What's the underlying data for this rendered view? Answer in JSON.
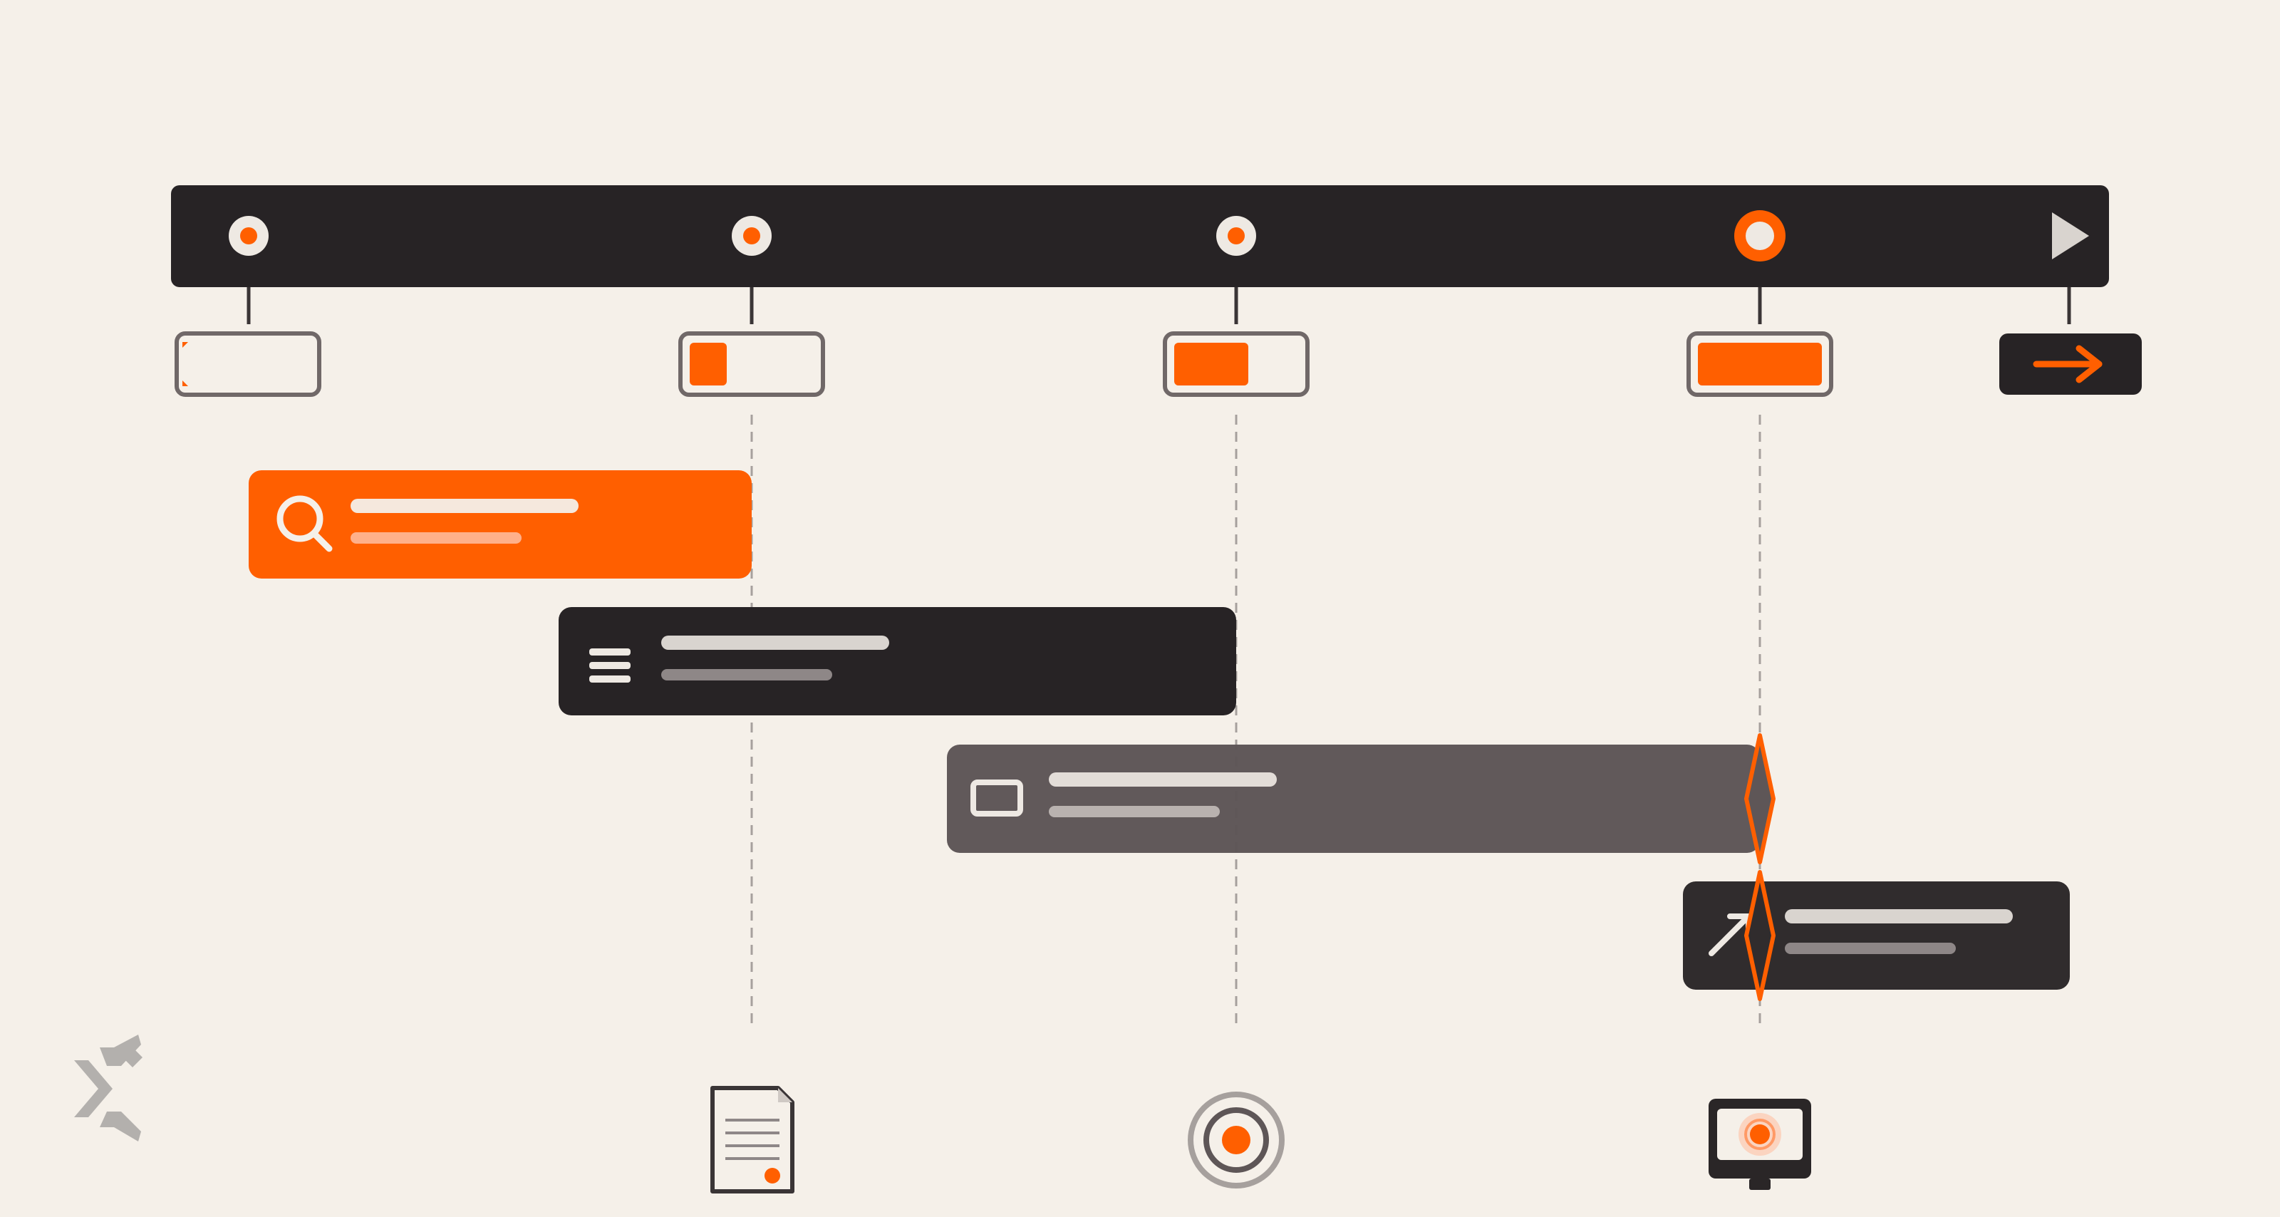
{
  "colors": {
    "background": "#F5F0E9",
    "dark": "#272325",
    "dark_alt": "#302C2D",
    "slate": "#5E5657",
    "accent": "#FF5F00",
    "light": "#EEE9E3",
    "muted": "#7A7272",
    "dash": "#A6A09D",
    "logo": "#B3B0AD"
  },
  "timeline": {
    "milestones": [
      {
        "name": "milestone-start",
        "progress": 0.0,
        "active": false
      },
      {
        "name": "milestone-2",
        "progress": 0.25,
        "active": false
      },
      {
        "name": "milestone-3",
        "progress": 0.5,
        "active": false
      },
      {
        "name": "milestone-4",
        "progress": 1.0,
        "active": true
      }
    ],
    "end_icon": "play-arrow-icon",
    "end_box_icon": "arrow-right-icon"
  },
  "tasks": [
    {
      "name": "task-research",
      "icon": "search-icon",
      "color": "accent"
    },
    {
      "name": "task-list",
      "icon": "list-icon",
      "color": "dark"
    },
    {
      "name": "task-screen",
      "icon": "window-icon",
      "color": "slate"
    },
    {
      "name": "task-launch",
      "icon": "arrow-up-right-icon",
      "color": "dark_alt"
    }
  ],
  "bottom_icons": [
    "document-icon",
    "target-icon",
    "monitor-icon"
  ],
  "logo_icon": "brand-logo-icon"
}
